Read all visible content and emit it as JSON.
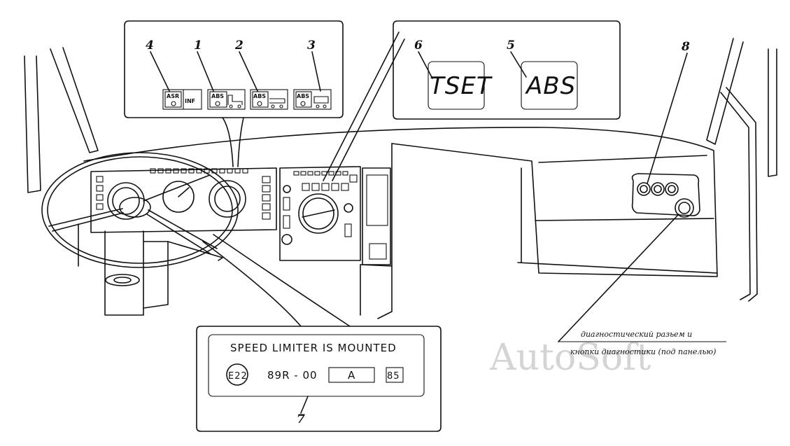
{
  "callouts": {
    "c1": "1",
    "c2": "2",
    "c3": "3",
    "c4": "4",
    "c5": "5",
    "c6": "6",
    "c7": "7",
    "c8": "8"
  },
  "buttons": {
    "asr": "ASR",
    "inf": "INF",
    "abs1": "ABS",
    "abs2": "ABS",
    "abs3": "ABS"
  },
  "lamps": {
    "tset": "TSET",
    "abs": "ABS"
  },
  "plate": {
    "title": "SPEED LIMITER IS MOUNTED",
    "mark": "E22",
    "regulation": "89R - 00",
    "class": "A",
    "value": "85"
  },
  "note": {
    "line1": "диагностический разьем и",
    "line2": "кнопки диагностики (под панелью)"
  },
  "watermark": "AutoSoft"
}
